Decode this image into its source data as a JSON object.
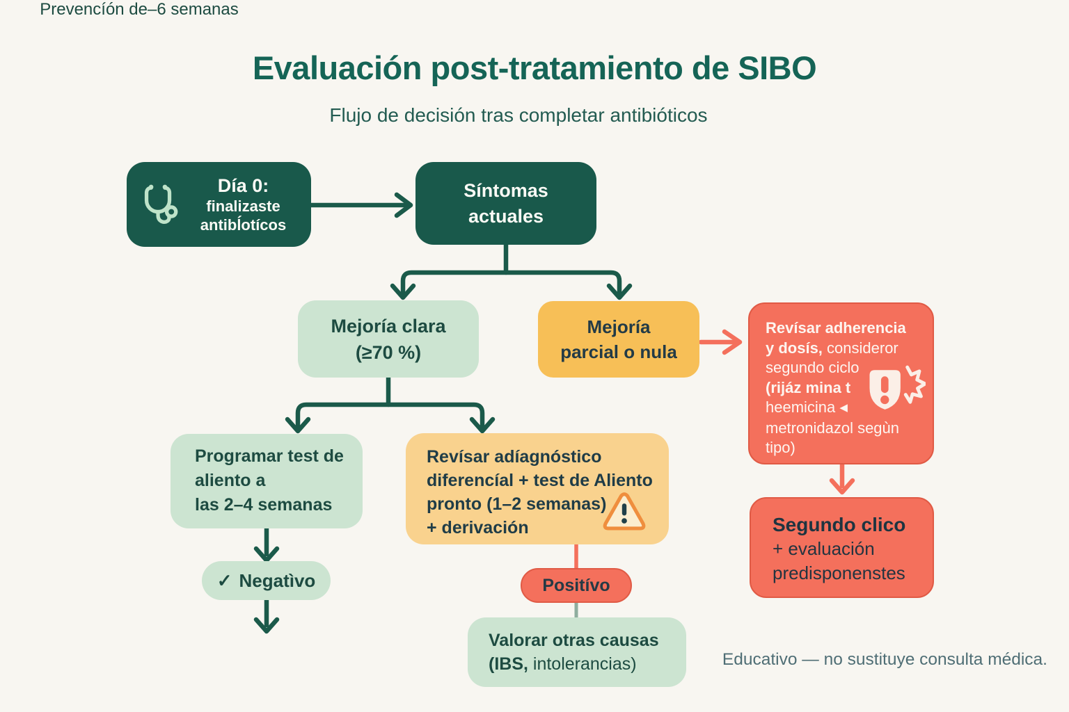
{
  "header": {
    "title": "Evaluación post-tratamiento de SIBO",
    "subtitle": "Flujo de decisión tras completar antibióticos"
  },
  "footer": {
    "note": "Educativo — no sustituye consulta médica."
  },
  "colors": {
    "background": "#F8F6F1",
    "dark_teal": "#19594B",
    "light_green": "#CCE4D1",
    "yellow": "#F7BF57",
    "light_orange": "#F9D28E",
    "coral": "#F4705C",
    "arrow_teal": "#1B5A4A",
    "arrow_coral": "#F4705C",
    "connector_sage": "#8FAE9F",
    "title_green": "#156456",
    "ink_navy": "#213A45",
    "footer_gray": "#4F6E75",
    "mint_icon": "#BFE3C9"
  },
  "nodes": {
    "day0": {
      "line1": "Día 0:",
      "line2": "finalizaste",
      "line3": "antibĺotícos",
      "icon": "stethoscope"
    },
    "symptoms": {
      "line1": "Síntomas",
      "line2": "actuales"
    },
    "improvement_clear": {
      "line1": "Mejoría clara",
      "line2": "(≥70 %)"
    },
    "improvement_partial": {
      "line1": "Mejoría",
      "line2": "parcial o nula"
    },
    "adherence": {
      "line1": "Revísar adherencia",
      "line2_bold": "y dosís,",
      "line2_rest": " consideror",
      "line3": "segundo ciclo",
      "line4": "(rijáz mina t",
      "line5": "heemicina",
      "line5_icon": "◀",
      "line6": "metronidazol segùn",
      "line7": "tipo)",
      "icon": "alert-shield"
    },
    "breath_test": {
      "line1": "Programar test de",
      "line2": "aliento a",
      "line3": "las 2–4 semanas"
    },
    "differential": {
      "line1": "Revísar adíagnóstico",
      "line2": "diferencíal + test de Aliento",
      "line3": "pronto (1–2 semanas)",
      "line4": "+ derivación",
      "icon": "warning-triangle"
    },
    "negative": {
      "check": "✓",
      "label": "Negatìvo"
    },
    "prevention": {
      "label": "Prevencíón de–6 semanas"
    },
    "positive": {
      "label": "Positívo"
    },
    "other_causes": {
      "line1": "Valorar otras causas",
      "line2_bold": "(IBS,",
      "line2_rest": " intolerancias)"
    },
    "second_cycle": {
      "line1": "Segundo clico",
      "line2": "+ evaluación",
      "line3": "predisponenstes"
    }
  }
}
